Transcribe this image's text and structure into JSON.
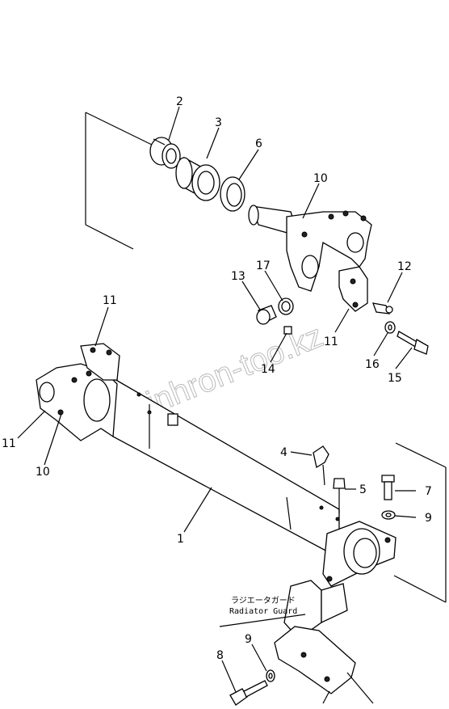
{
  "callouts": [
    {
      "id": "c2",
      "text": "2"
    },
    {
      "id": "c3",
      "text": "3"
    },
    {
      "id": "c6",
      "text": "6"
    },
    {
      "id": "c10a",
      "text": "10"
    },
    {
      "id": "c12",
      "text": "12"
    },
    {
      "id": "c17",
      "text": "17"
    },
    {
      "id": "c13",
      "text": "13"
    },
    {
      "id": "c11a",
      "text": "11"
    },
    {
      "id": "c16",
      "text": "16"
    },
    {
      "id": "c15",
      "text": "15"
    },
    {
      "id": "c14",
      "text": "14"
    },
    {
      "id": "c11b",
      "text": "11"
    },
    {
      "id": "c11c",
      "text": "11"
    },
    {
      "id": "c10b",
      "text": "10"
    },
    {
      "id": "c4",
      "text": "4"
    },
    {
      "id": "c5",
      "text": "5"
    },
    {
      "id": "c7",
      "text": "7"
    },
    {
      "id": "c9a",
      "text": "9"
    },
    {
      "id": "c1",
      "text": "1"
    },
    {
      "id": "c8",
      "text": "8"
    },
    {
      "id": "c9b",
      "text": "9"
    }
  ],
  "note": {
    "jp": "ラジエータガード",
    "en": "Radiator Guard"
  },
  "watermark": "sinhron-too.kz"
}
